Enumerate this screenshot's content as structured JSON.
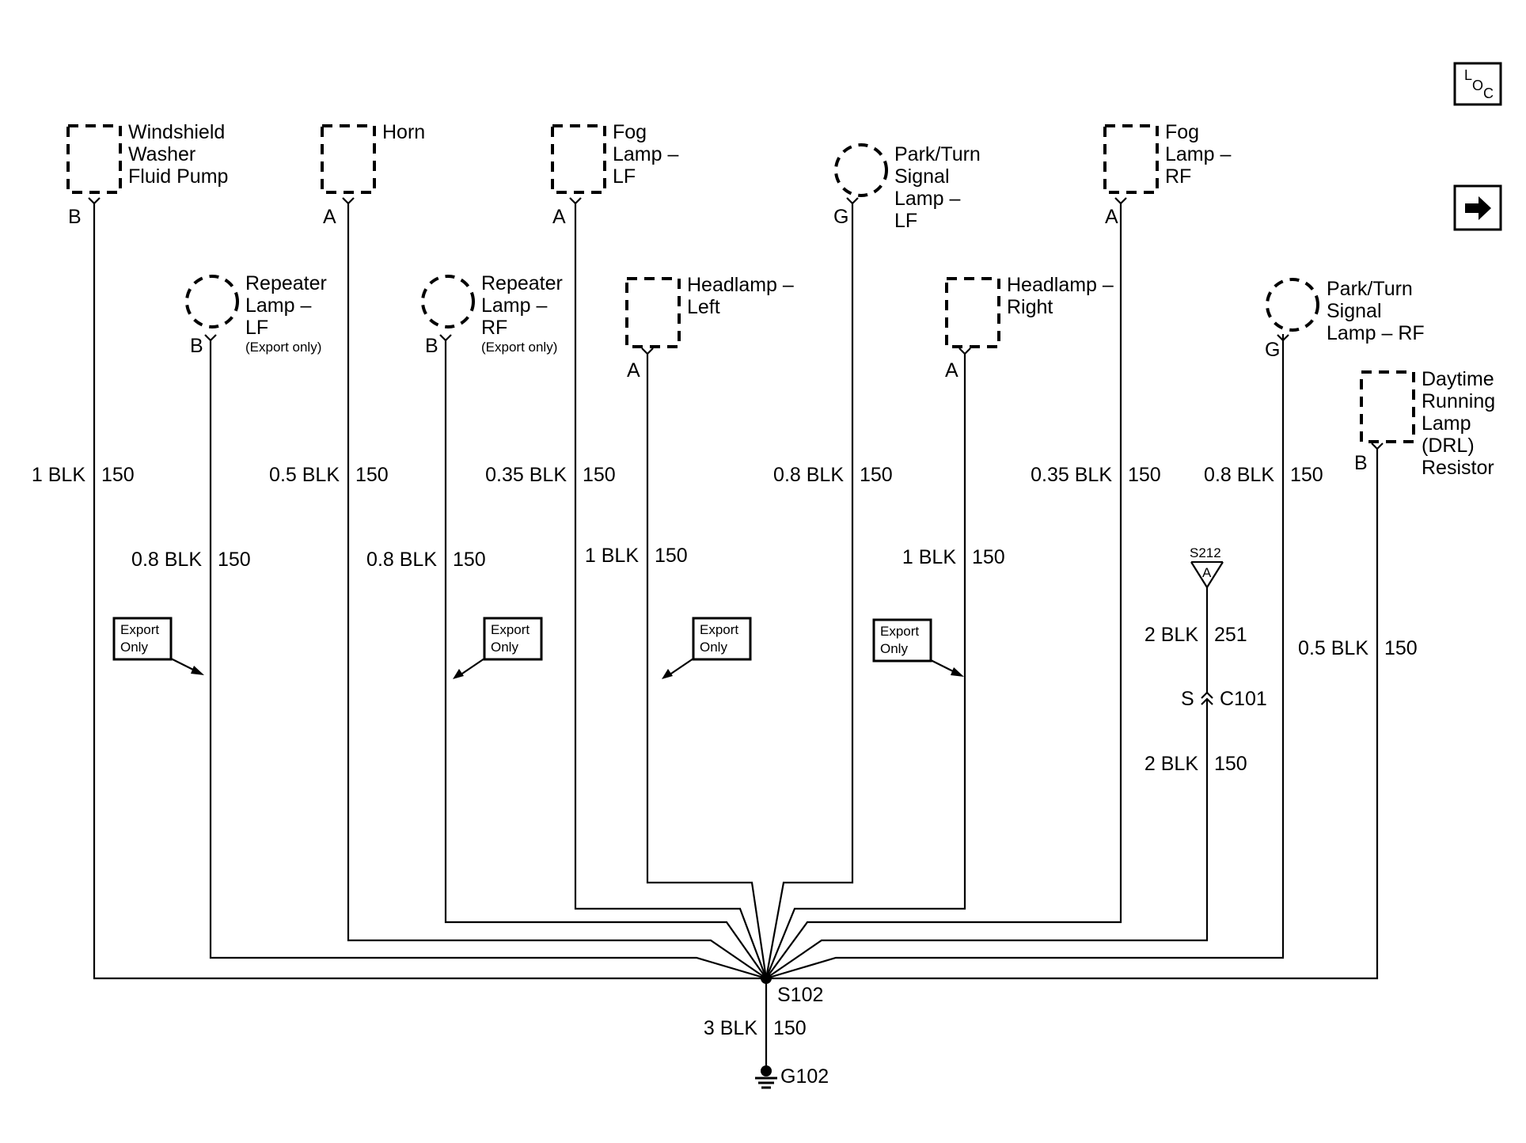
{
  "components": {
    "washer_pump": {
      "label": [
        "Windshield",
        "Washer",
        "Fluid Pump"
      ],
      "pin": "B"
    },
    "horn": {
      "label": [
        "Horn"
      ],
      "pin": "A"
    },
    "fog_lf": {
      "label": [
        "Fog",
        "Lamp –",
        "LF"
      ],
      "pin": "A"
    },
    "park_turn_lf": {
      "label": [
        "Park/Turn",
        "Signal",
        "Lamp –",
        "LF"
      ],
      "pin": "G"
    },
    "fog_rf": {
      "label": [
        "Fog",
        "Lamp –",
        "RF"
      ],
      "pin": "A"
    },
    "repeater_lf": {
      "label": [
        "Repeater",
        "Lamp –",
        "LF"
      ],
      "note": "(Export only)",
      "pin": "B"
    },
    "repeater_rf": {
      "label": [
        "Repeater",
        "Lamp –",
        "RF"
      ],
      "note": "(Export only)",
      "pin": "B"
    },
    "headlamp_left": {
      "label": [
        "Headlamp –",
        "Left"
      ],
      "pin": "A"
    },
    "headlamp_right": {
      "label": [
        "Headlamp –",
        "Right"
      ],
      "pin": "A"
    },
    "park_turn_rf": {
      "label": [
        "Park/Turn",
        "Signal",
        "Lamp – RF"
      ],
      "pin": "G"
    },
    "drl_resistor": {
      "label": [
        "Daytime",
        "Running",
        "Lamp",
        "(DRL)",
        "Resistor"
      ],
      "pin": "B"
    }
  },
  "wires": {
    "w1": {
      "gauge": "1 BLK",
      "circuit": "150"
    },
    "w2": {
      "gauge": "0.5 BLK",
      "circuit": "150"
    },
    "w3": {
      "gauge": "0.35 BLK",
      "circuit": "150"
    },
    "w4": {
      "gauge": "0.8 BLK",
      "circuit": "150"
    },
    "w5": {
      "gauge": "0.35 BLK",
      "circuit": "150"
    },
    "w6": {
      "gauge": "0.8 BLK",
      "circuit": "150"
    },
    "w7": {
      "gauge": "0.8 BLK",
      "circuit": "150"
    },
    "w8": {
      "gauge": "0.8 BLK",
      "circuit": "150"
    },
    "w9": {
      "gauge": "1 BLK",
      "circuit": "150"
    },
    "w10": {
      "gauge": "1 BLK",
      "circuit": "150"
    },
    "w11a": {
      "gauge": "2 BLK",
      "circuit": "251"
    },
    "w11b": {
      "gauge": "2 BLK",
      "circuit": "150"
    },
    "w12": {
      "gauge": "0.5 BLK",
      "circuit": "150"
    },
    "main": {
      "gauge": "3 BLK",
      "circuit": "150"
    }
  },
  "splices": {
    "s102": "S102",
    "s212": "S212",
    "s212_pin": "A"
  },
  "connector": {
    "name": "C101",
    "pin": "S"
  },
  "ground": "G102",
  "export_note": [
    "Export",
    "Only"
  ],
  "nav": {
    "loc_l": "L",
    "loc_o": "O",
    "loc_c": "C"
  }
}
